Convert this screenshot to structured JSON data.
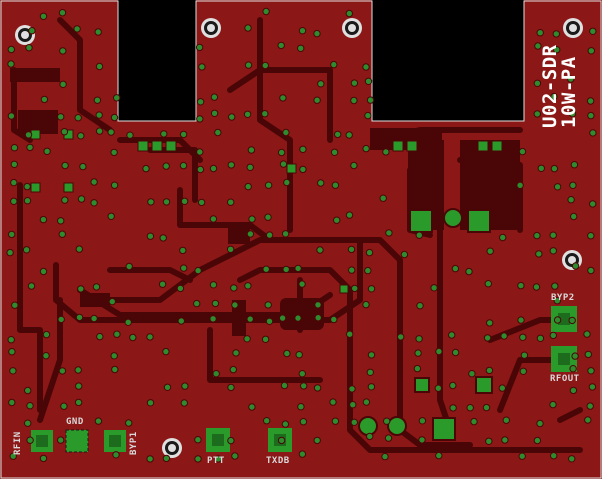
{
  "board": {
    "title_line1": "U02-SDR",
    "title_line2": "10W-PA"
  },
  "connectors": {
    "rfin": "RFIN",
    "gnd": "GND",
    "byp1": "BYP1",
    "ptt": "PTT",
    "txdb": "TXDB",
    "byp2": "BYP2",
    "rfout": "RFOUT"
  },
  "colors": {
    "background": "#000000",
    "copper_pour": "#8c1717",
    "trace_dark": "#4a0606",
    "via_fill": "#2e8b2e",
    "pad_green": "#2a9a2a",
    "outline": "#e0e0e0",
    "silkscreen": "#d9d9d9"
  }
}
